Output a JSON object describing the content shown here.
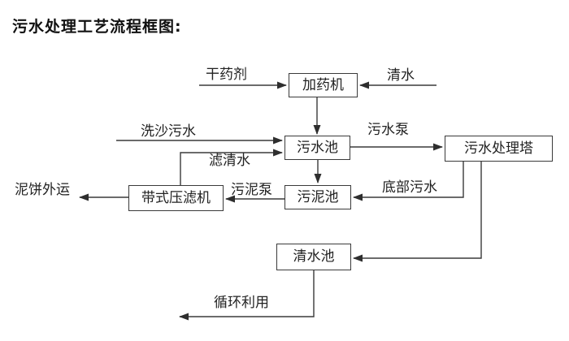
{
  "title": "污水处理工艺流程框图:",
  "diagram": {
    "nodes": {
      "dosing_machine": "加药机",
      "sewage_pool": "污水池",
      "treatment_tower": "污水处理塔",
      "belt_filter_press": "带式压滤机",
      "sludge_pool": "污泥池",
      "clean_water_pool": "清水池"
    },
    "labels": {
      "dry_agent": "干药剂",
      "clean_water": "清水",
      "sand_washing_sewage": "洗沙污水",
      "sewage_pump": "污水泵",
      "filtered_water": "滤清水",
      "mud_cake_out": "泥饼外运",
      "sludge_pump": "污泥泵",
      "bottom_sewage": "底部污水",
      "recycle": "循环利用"
    },
    "edges": [
      {
        "from": "干药剂",
        "to": "加药机"
      },
      {
        "from": "清水",
        "to": "加药机"
      },
      {
        "from": "加药机",
        "to": "污水池"
      },
      {
        "from": "洗沙污水",
        "to": "污水池"
      },
      {
        "from": "带式压滤机",
        "to": "污水池",
        "label": "滤清水"
      },
      {
        "from": "污水池",
        "to": "污水处理塔",
        "label": "污水泵"
      },
      {
        "from": "污水池",
        "to": "污泥池"
      },
      {
        "from": "污水处理塔",
        "to": "污泥池",
        "label": "底部污水"
      },
      {
        "from": "污水处理塔",
        "to": "清水池"
      },
      {
        "from": "污泥池",
        "to": "带式压滤机",
        "label": "污泥泵"
      },
      {
        "from": "带式压滤机",
        "to": "泥饼外运"
      },
      {
        "from": "清水池",
        "to": "循环利用"
      }
    ],
    "colors": {
      "background": "#ffffff",
      "line": "#3a3a3a",
      "text": "#222222",
      "box_border": "#3a3a3a",
      "box_fill": "#ffffff"
    }
  }
}
